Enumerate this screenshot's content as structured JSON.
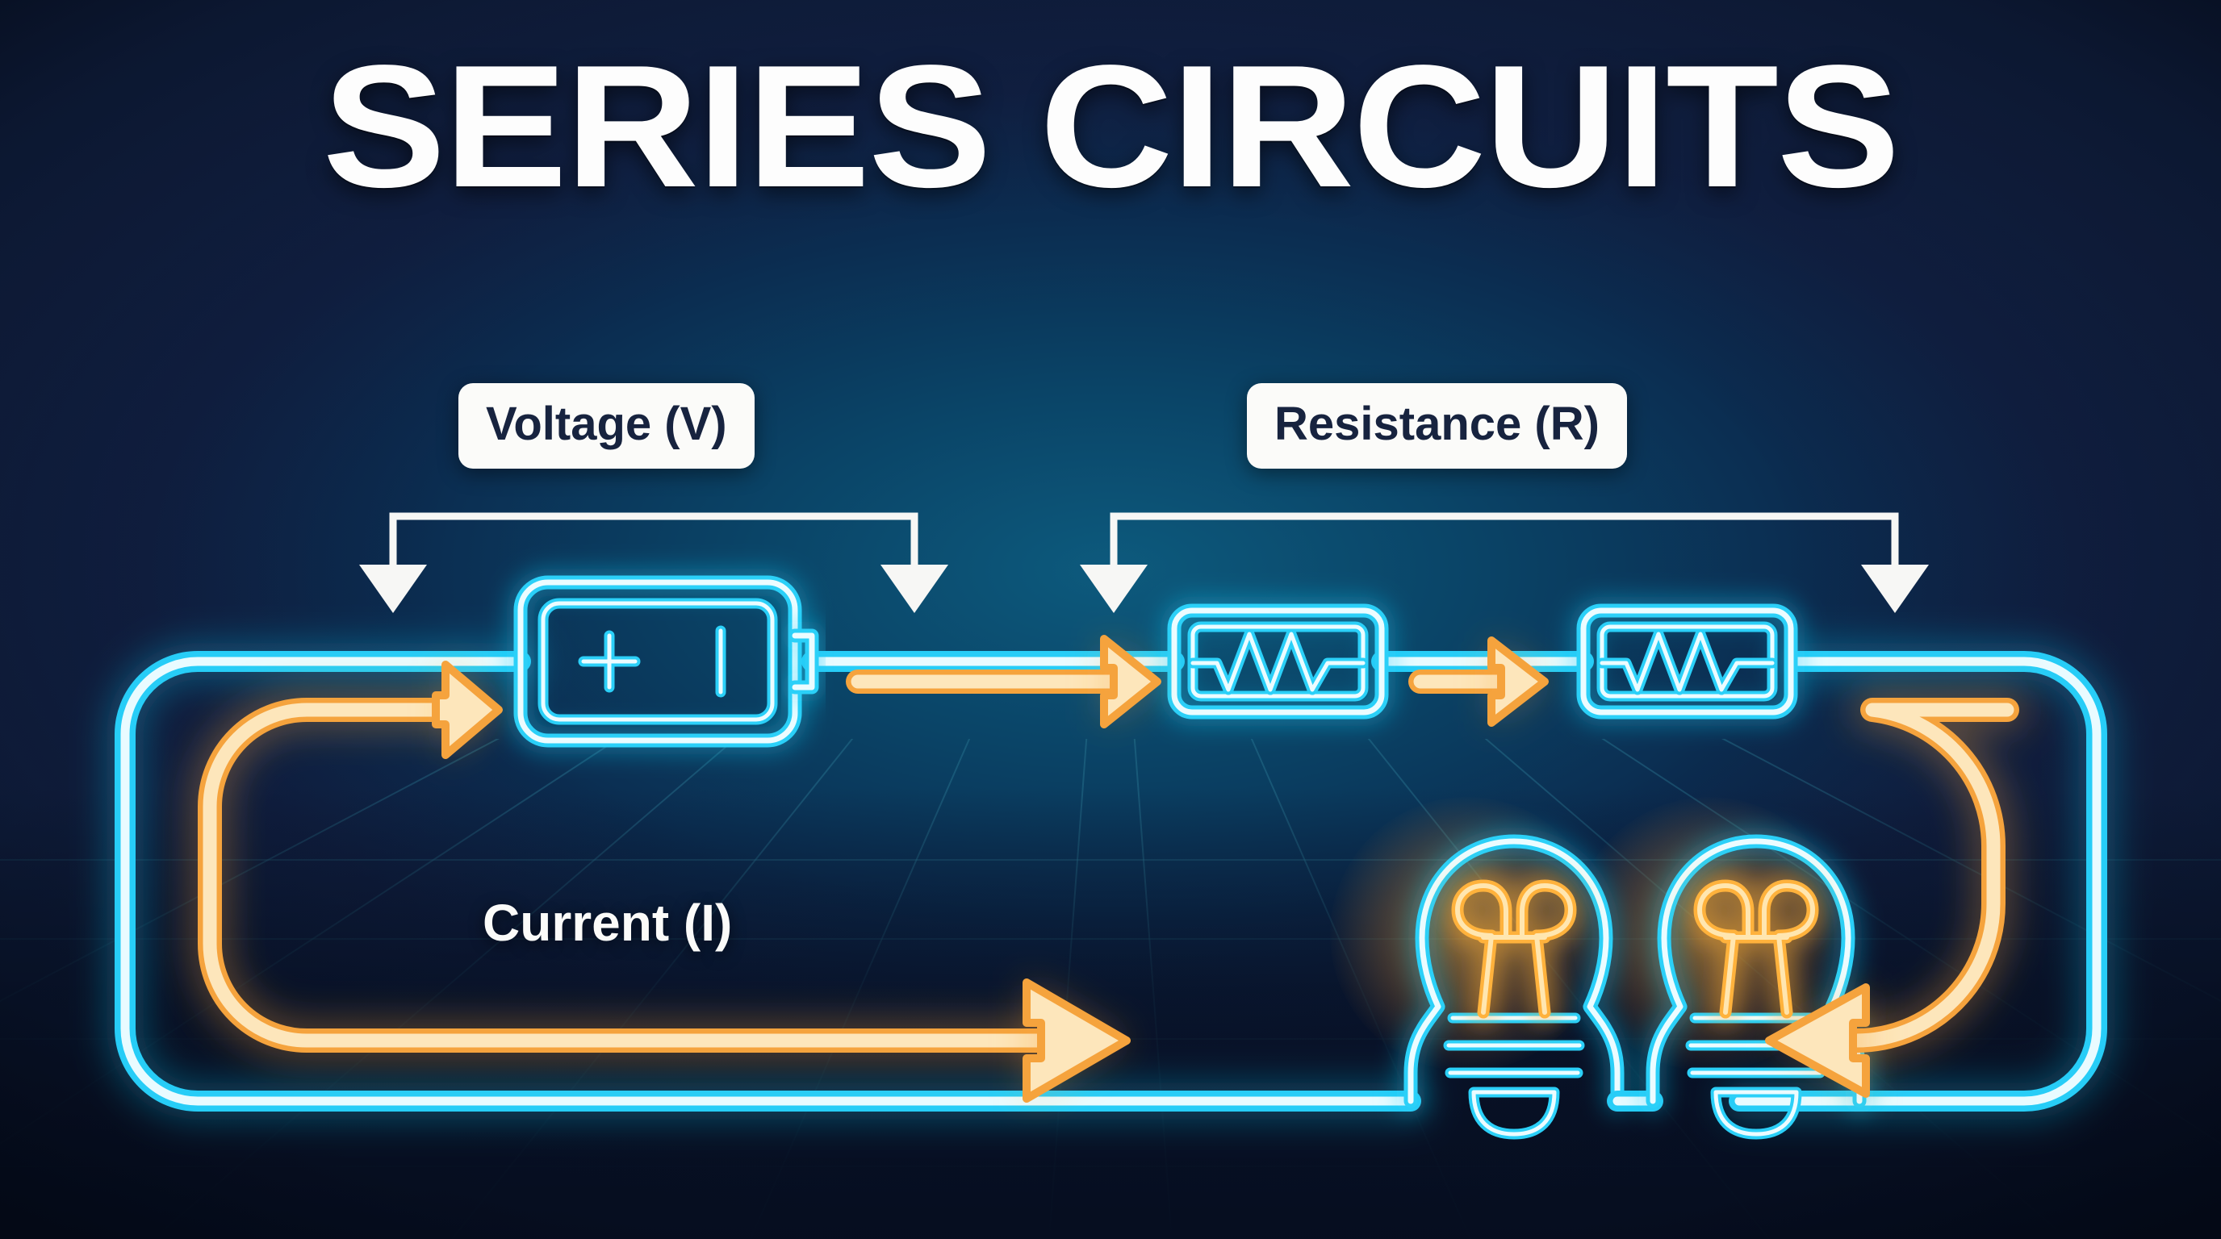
{
  "title": "SERIES CIRCUITS",
  "theme": {
    "background_dark": "#14254a",
    "background_center_glow": "#0d5a7d",
    "neon_cyan": "#2bd0f8",
    "neon_cyan_core": "#ecfcff",
    "current_orange": "#f5a33d",
    "current_orange_core": "#fde6bb",
    "filament_amber": "#ffb23c",
    "callout_white": "#f7f7f5",
    "pill_background": "#fbfbf9",
    "pill_text": "#17233f",
    "grid_line": "#2d7d96"
  },
  "labels": {
    "voltage": "Voltage (V)",
    "resistance": "Resistance (R)",
    "current": "Current (I)"
  },
  "components": [
    {
      "name": "battery",
      "symbol": "+ | ",
      "label_group": "voltage",
      "terminals": [
        "positive",
        "negative"
      ]
    },
    {
      "name": "resistor-1",
      "symbol": "zigzag",
      "label_group": "resistance"
    },
    {
      "name": "resistor-2",
      "symbol": "zigzag",
      "label_group": "resistance"
    },
    {
      "name": "lamp-1",
      "symbol": "bulb",
      "state": "lit"
    },
    {
      "name": "lamp-2",
      "symbol": "bulb",
      "state": "lit"
    }
  ],
  "callouts": [
    {
      "label": "Voltage (V)",
      "points_to": [
        "battery-left-terminal",
        "battery-right-terminal"
      ]
    },
    {
      "label": "Resistance (R)",
      "points_to": [
        "resistor-1",
        "resistor-2"
      ]
    }
  ],
  "current_flow": {
    "label": "Current (I)",
    "direction": "clockwise",
    "arrow_count": 5,
    "arrow_directions": [
      "right",
      "right",
      "right",
      "right",
      "left"
    ]
  },
  "icon_names": {
    "battery": "battery-icon",
    "resistor": "resistor-icon",
    "lamp": "light-bulb-icon",
    "current_arrow": "current-arrow-icon",
    "callout_arrow": "callout-arrow-icon"
  }
}
